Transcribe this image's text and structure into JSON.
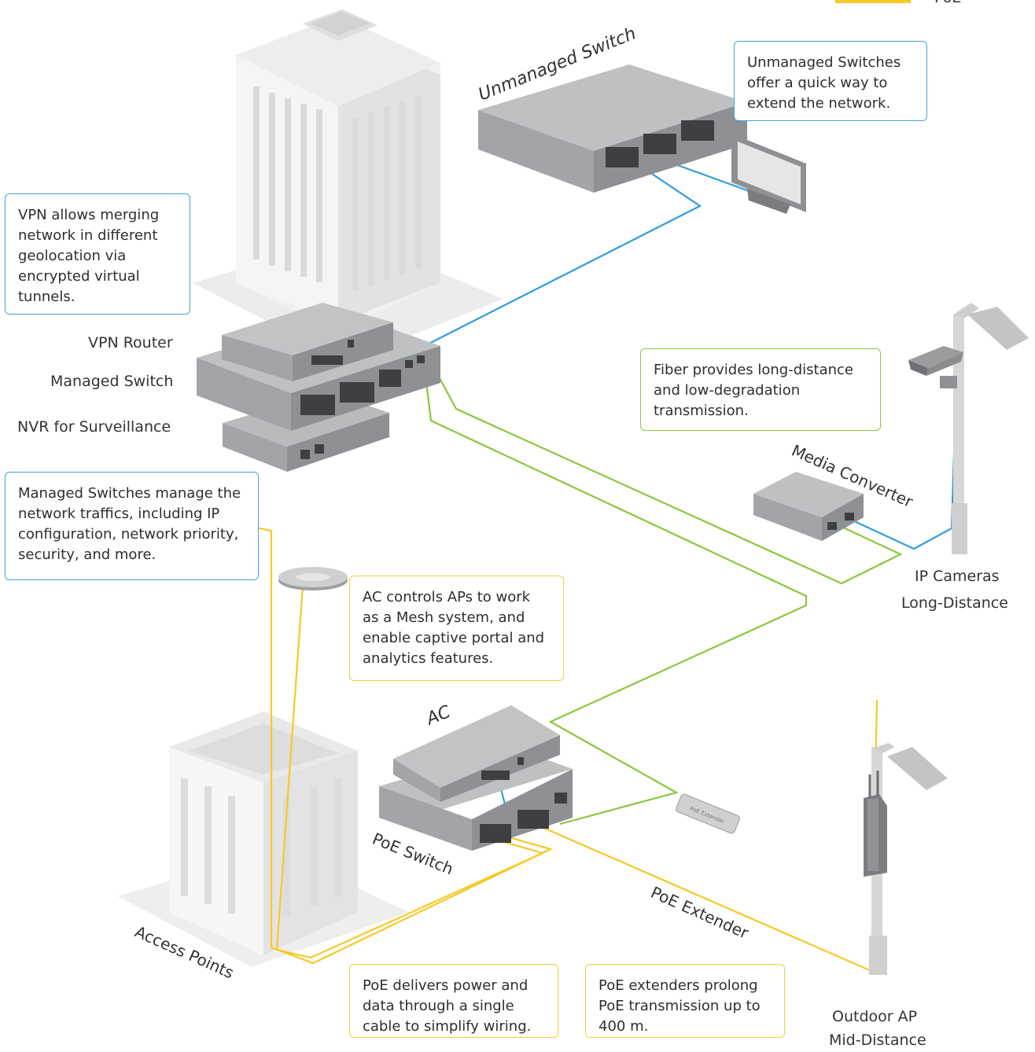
{
  "legend": {
    "poe_label": "PoE"
  },
  "labels": {
    "unmanaged_switch": "Unmanaged Switch",
    "vpn_router": "VPN Router",
    "managed_switch": "Managed Switch",
    "nvr": "NVR for Surveillance",
    "media_converter": "Media Converter",
    "ip_cameras_1": "IP Cameras",
    "ip_cameras_2": "Long-Distance",
    "ac": "AC",
    "poe_switch": "PoE Switch",
    "poe_extender": "PoE Extender",
    "poe_extender_device": "PoE Extender",
    "access_points": "Access Points",
    "outdoor_ap_1": "Outdoor AP",
    "outdoor_ap_2": "Mid-Distance"
  },
  "callouts": {
    "unmanaged": "Unmanaged Switches offer a quick way to extend the network.",
    "vpn": "VPN allows merging network in different geolocation via encrypted virtual tunnels.",
    "managed": "Managed Switches manage the network traffics, including IP configuration, network priority, security, and more.",
    "fiber": "Fiber provides long-distance and low-degradation transmission.",
    "ac": "AC controls APs to work as a Mesh system, and enable captive portal and analytics features.",
    "poe": "PoE delivers power and data through a single cable to simplify wiring.",
    "poe_ext": "PoE extenders prolong PoE transmission up to 400 m."
  },
  "colors": {
    "ethernet": "#2f9de0",
    "fiber": "#8cc63f",
    "poe": "#f6c927",
    "device_top": "#b9babc",
    "device_front": "#8e9093",
    "building": "#e8e8e8"
  }
}
